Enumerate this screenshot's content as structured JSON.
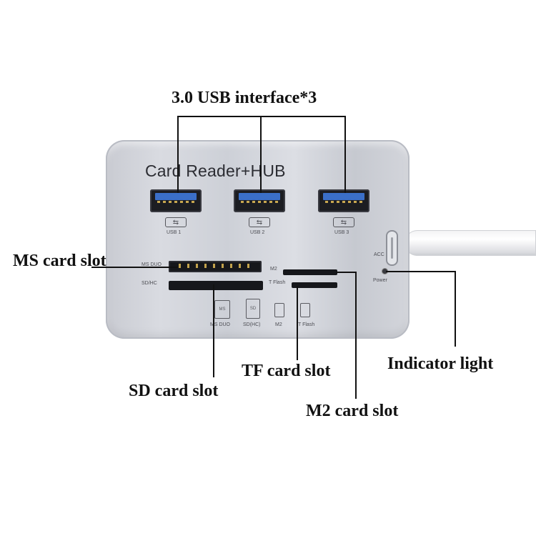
{
  "device": {
    "title": "Card Reader+HUB",
    "usb_ports": [
      {
        "label": "USB 1"
      },
      {
        "label": "USB 2"
      },
      {
        "label": "USB 3"
      }
    ],
    "slot_markings": {
      "ms": "MS DUO",
      "sd": "SD/HC",
      "m2": "M2",
      "tf": "T Flash"
    },
    "icon_labels": [
      "MS DUO",
      "SD(HC)",
      "M2",
      "T Flash"
    ],
    "acc_label": "ACC",
    "power_label": "Power"
  },
  "callouts": {
    "usb": "3.0 USB interface*3",
    "ms": "MS card slot",
    "sd": "SD card slot",
    "tf": "TF card slot",
    "m2": "M2 card slot",
    "indicator": "Indicator light"
  },
  "colors": {
    "usb_tongue": "#3b6fc8",
    "body": "#d3d5db",
    "callout_text": "#111111"
  }
}
